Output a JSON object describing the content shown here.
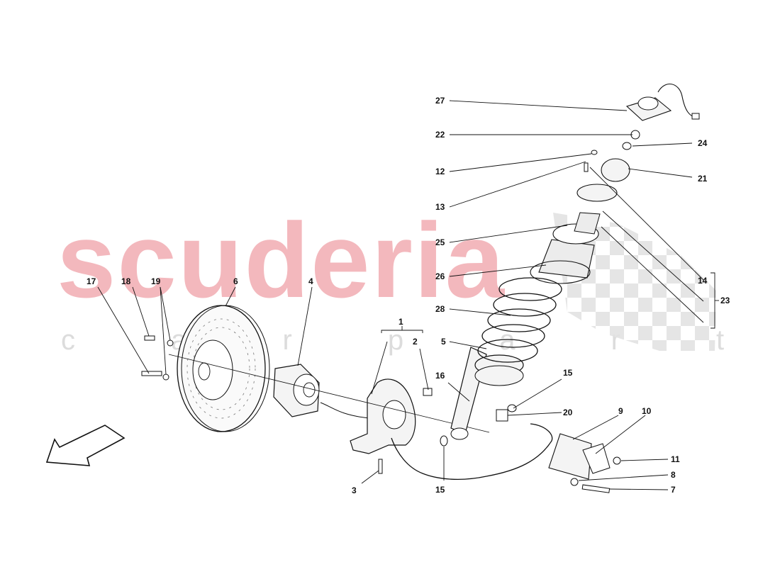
{
  "watermark": {
    "brand": "scuderia",
    "sub": "c a r p a r t"
  },
  "callouts": [
    "1",
    "2",
    "3",
    "4",
    "5",
    "6",
    "7",
    "8",
    "9",
    "10",
    "11",
    "12",
    "13",
    "14",
    "15",
    "15",
    "16",
    "17",
    "18",
    "19",
    "20",
    "21",
    "22",
    "23",
    "24",
    "25",
    "26",
    "27",
    "28"
  ],
  "palette": {
    "ink": "#111111",
    "watermark_red": "#f3b8bd",
    "watermark_gray": "#dcdcdc",
    "checker": "#e2e2e2"
  }
}
